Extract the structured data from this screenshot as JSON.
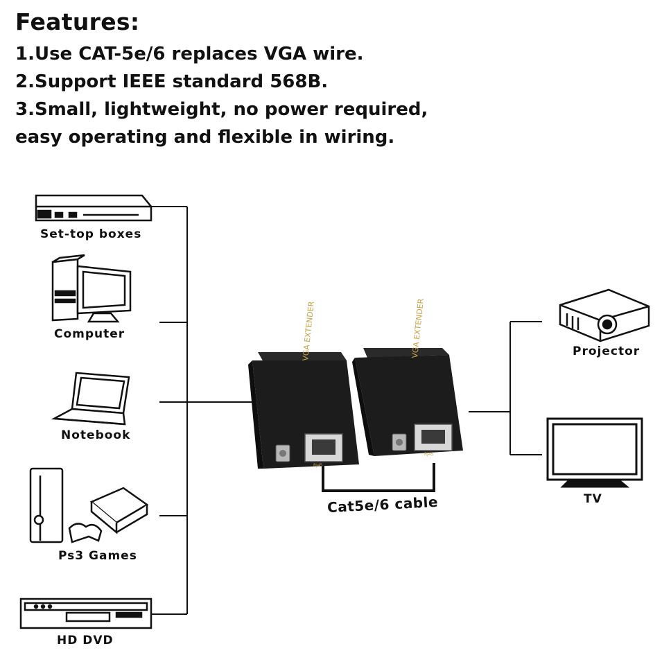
{
  "features": {
    "title": "Features:",
    "line1": "1.Use CAT-5e/6 replaces VGA wire.",
    "line2": "2.Support IEEE standard 568B.",
    "line3": "3.Small, lightweight, no power required,",
    "line4": "easy operating and flexible in wiring."
  },
  "sources": {
    "settop": "Set-top boxes",
    "computer": "Computer",
    "notebook": "Notebook",
    "ps3": "Ps3 Games",
    "hddvd": "HD DVD"
  },
  "extender": {
    "label": "VGA EXTENDER",
    "port": "RJ45"
  },
  "cable": "Cat5e/6 cable",
  "outputs": {
    "projector": "Projector",
    "tv": "TV"
  }
}
